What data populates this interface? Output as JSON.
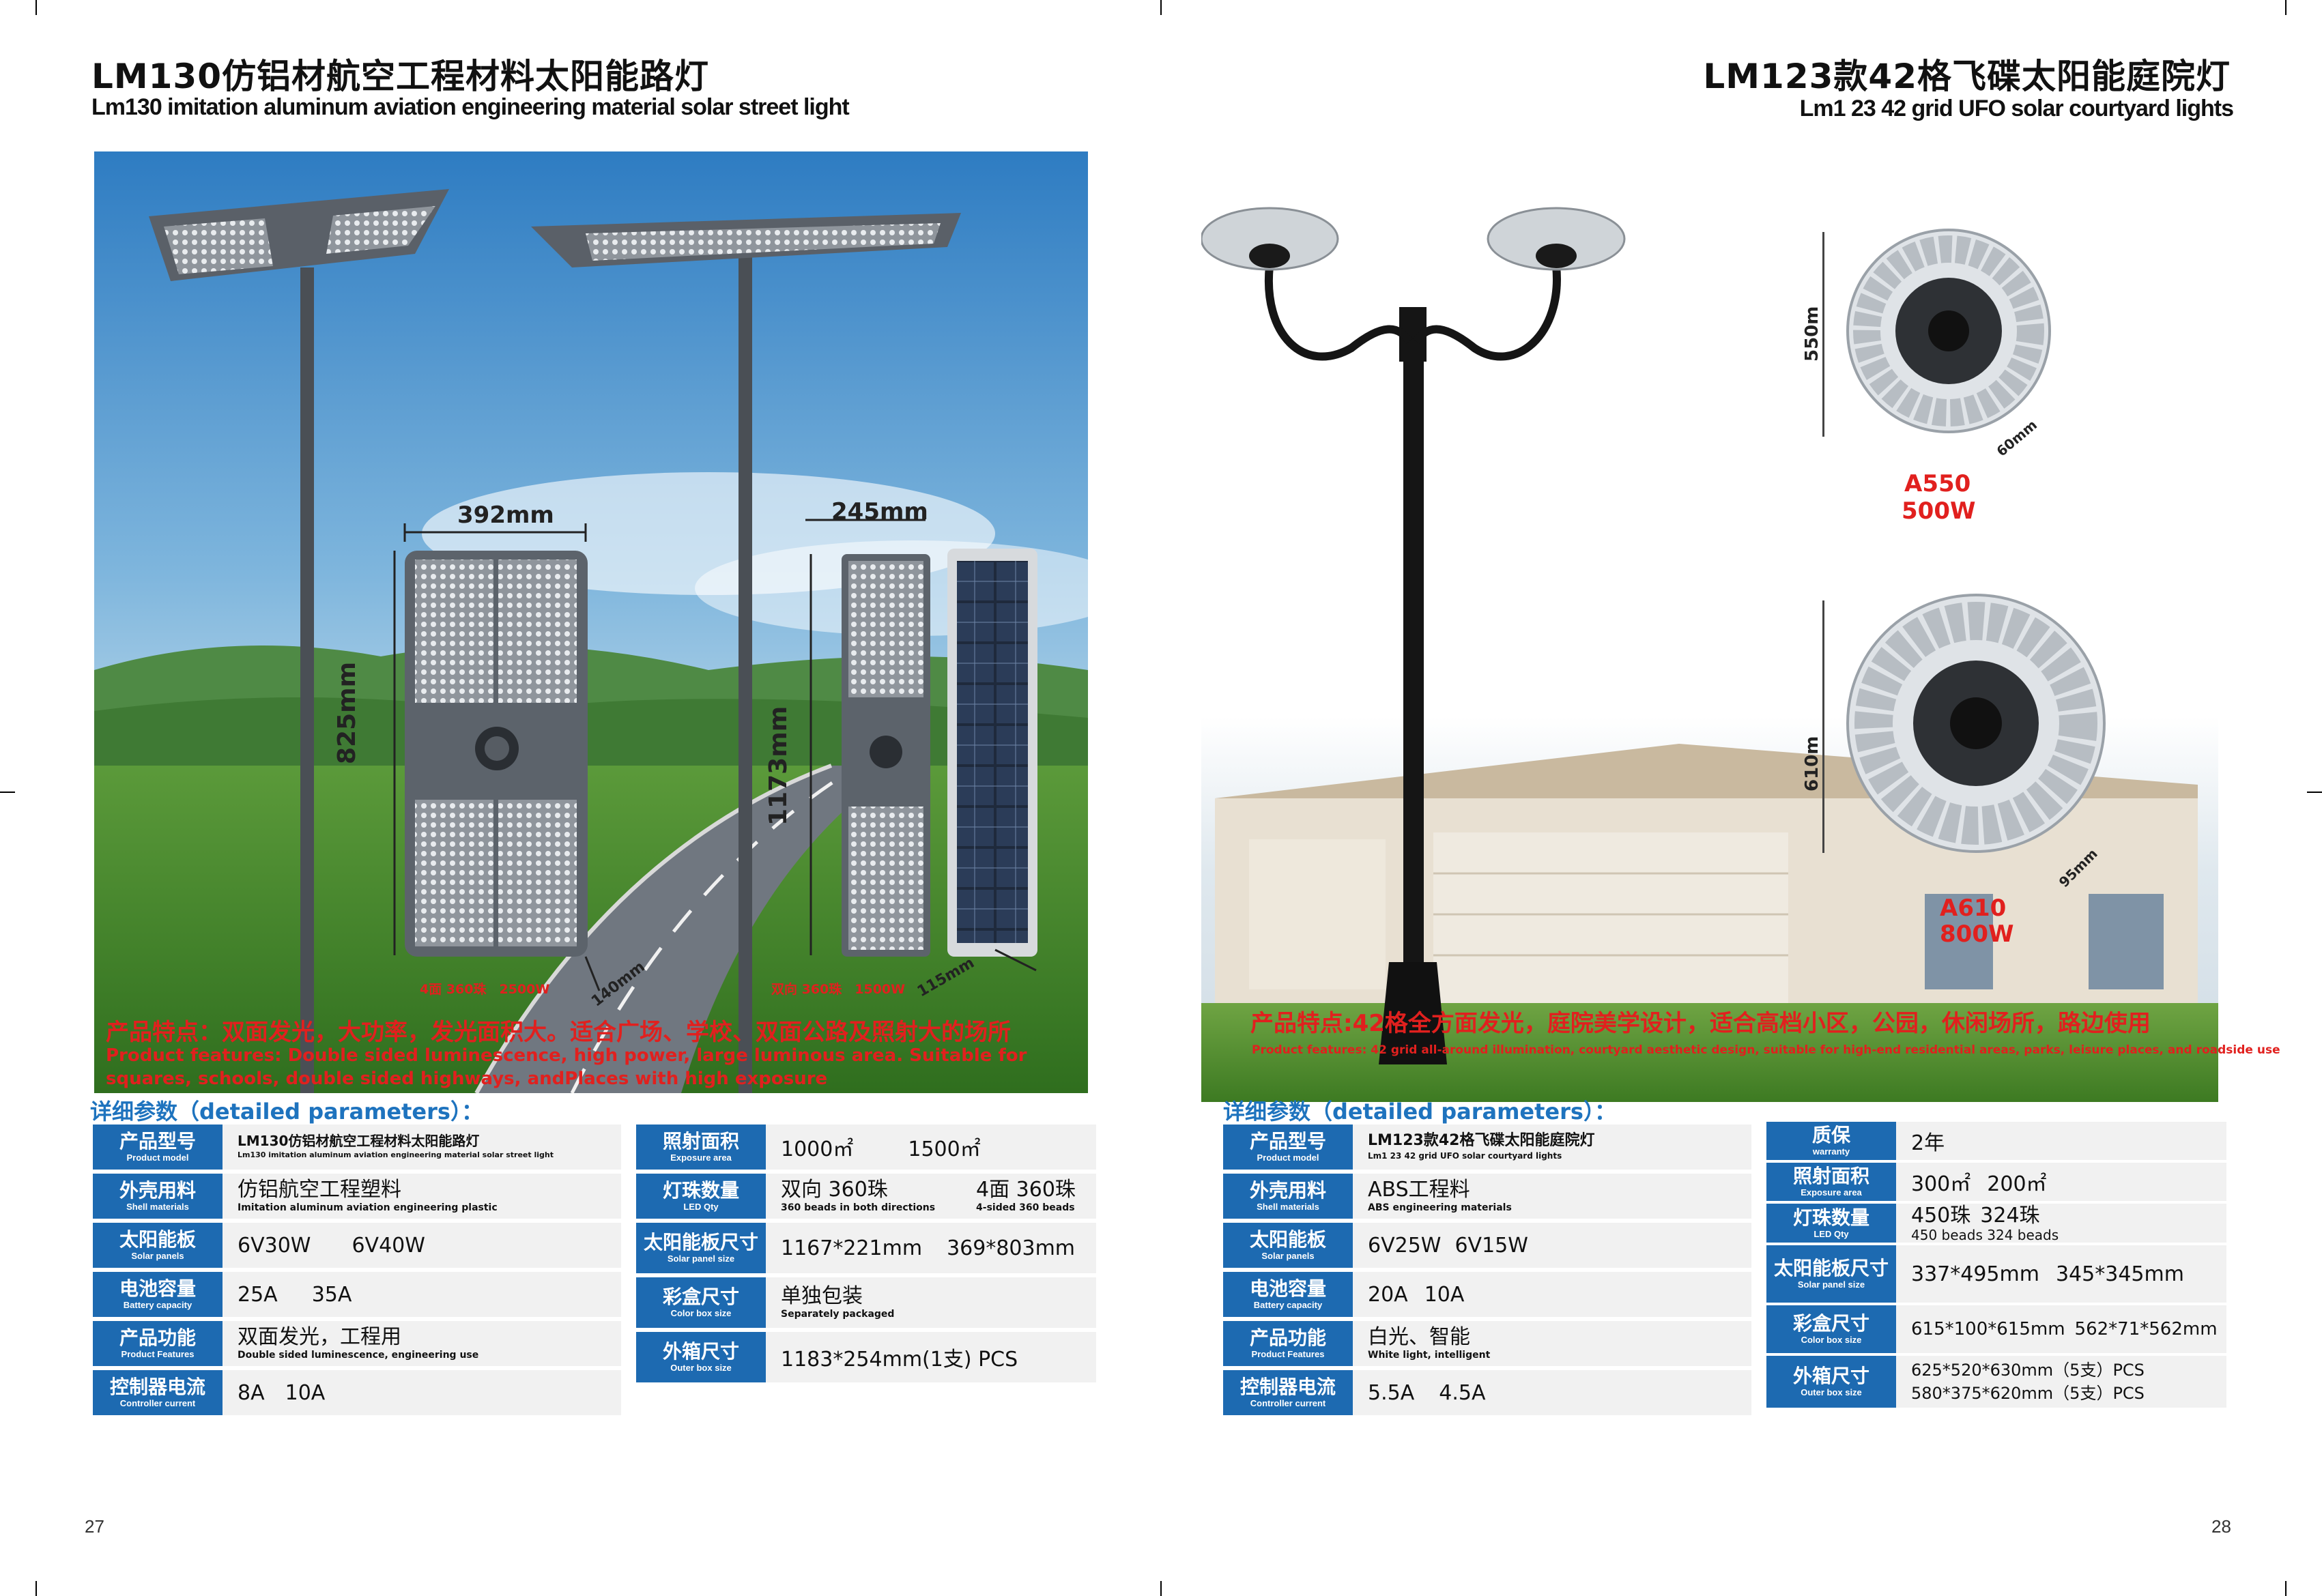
{
  "left": {
    "title_cn": "LM130仿铝材航空工程材料太阳能路灯",
    "title_en": "Lm130 imitation aluminum aviation engineering material solar street light",
    "dims": {
      "width_top": "392mm",
      "height_left": "825mm",
      "depth_left": "140mm",
      "width_top_right": "245mm",
      "height_right": "1173mm",
      "depth_right": "115mm"
    },
    "caption_left": "4面 360珠　2500W",
    "caption_right": "双向 360珠　1500W",
    "features_cn": "产品特点：双面发光，大功率，发光面积大。适合广场、学校、双面公路及照射大的场所",
    "features_en": "Product features: Double sided luminescence, high power, large luminous area. Suitable for squares, schools, double sided highways, andPlaces with high exposure",
    "section": "详细参数（detailed parameters）：",
    "table1": [
      {
        "cn": "产品型号",
        "en": "Product model",
        "v1": "LM130仿铝材航空工程材料太阳能路灯",
        "v2": "",
        "small": "Lm130 imitation aluminum aviation engineering material solar street light"
      },
      {
        "cn": "外壳用料",
        "en": "Shell materials",
        "v1": "仿铝航空工程塑料",
        "v2": "",
        "small": "Imitation aluminum aviation engineering plastic"
      },
      {
        "cn": "太阳能板",
        "en": "Solar panels",
        "v1": "6V30W",
        "v2": "6V40W",
        "small": ""
      },
      {
        "cn": "电池容量",
        "en": "Battery capacity",
        "v1": "25A",
        "v2": "35A",
        "small": ""
      },
      {
        "cn": "产品功能",
        "en": "Product Features",
        "v1": "双面发光，工程用",
        "v2": "",
        "small": "Double sided luminescence, engineering use"
      },
      {
        "cn": "控制器电流",
        "en": "Controller current",
        "v1": "8A",
        "v2": "10A",
        "small": ""
      }
    ],
    "table2": [
      {
        "cn": "照射面积",
        "en": "Exposure area",
        "v1": "1000㎡",
        "v2": "1500㎡",
        "s1": "",
        "s2": ""
      },
      {
        "cn": "灯珠数量",
        "en": "LED Qty",
        "v1": "双向 360珠",
        "v2": "4面 360珠",
        "s1": "360 beads in both directions",
        "s2": "4-sided 360 beads"
      },
      {
        "cn": "太阳能板尺寸",
        "en": "Solar panel size",
        "v1": "1167*221mm",
        "v2": "369*803mm",
        "s1": "",
        "s2": ""
      },
      {
        "cn": "彩盒尺寸",
        "en": "Color box size",
        "v1": "单独包装",
        "v2": "",
        "s1": "Separately packaged",
        "s2": ""
      },
      {
        "cn": "外箱尺寸",
        "en": "Outer box size",
        "v1": "1183*254mm(1支) PCS",
        "v2": "",
        "s1": "",
        "s2": ""
      }
    ],
    "page_number": "27"
  },
  "right": {
    "title_cn": "LM123款42格飞碟太阳能庭院灯",
    "title_en": "Lm1 23 42 grid UFO solar courtyard lights",
    "a550": {
      "model": "A550",
      "power": "500W",
      "height": "550m",
      "depth": "60mm"
    },
    "a610": {
      "model": "A610",
      "power": "800W",
      "height": "610m",
      "depth": "95mm"
    },
    "features_cn": "产品特点:42格全方面发光，庭院美学设计，适合高档小区，公园，休闲场所，路边使用",
    "features_en": "Product features: 42 grid all-around illumination, courtyard aesthetic design, suitable for high-end residential areas, parks, leisure places, and roadside use",
    "section": "详细参数（detailed parameters）：",
    "table1": [
      {
        "cn": "产品型号",
        "en": "Product model",
        "v1": "LM123款42格飞碟太阳能庭院灯",
        "v2": "",
        "small": "Lm1 23 42 grid UFO solar courtyard lights"
      },
      {
        "cn": "外壳用料",
        "en": "Shell materials",
        "v1": "ABS工程料",
        "v2": "",
        "small": "ABS engineering materials"
      },
      {
        "cn": "太阳能板",
        "en": "Solar panels",
        "v1": "6V25W",
        "v2": "6V15W",
        "small": ""
      },
      {
        "cn": "电池容量",
        "en": "Battery capacity",
        "v1": "20A",
        "v2": "10A",
        "small": ""
      },
      {
        "cn": "产品功能",
        "en": "Product Features",
        "v1": "白光、智能",
        "v2": "",
        "small": "White light, intelligent"
      },
      {
        "cn": "控制器电流",
        "en": "Controller current",
        "v1": "5.5A",
        "v2": "4.5A",
        "small": ""
      }
    ],
    "table2": [
      {
        "cn": "质保",
        "en": "warranty",
        "v1": "2年",
        "v2": "",
        "s1": ""
      },
      {
        "cn": "照射面积",
        "en": "Exposure area",
        "v1": "300㎡",
        "v2": "200㎡",
        "s1": ""
      },
      {
        "cn": "灯珠数量",
        "en": "LED Qty",
        "v1": "450珠",
        "v2": "324珠",
        "s1": "450 beads 324 beads"
      },
      {
        "cn": "太阳能板尺寸",
        "en": "Solar panel size",
        "v1": "337*495mm",
        "v2": "345*345mm",
        "s1": ""
      },
      {
        "cn": "彩盒尺寸",
        "en": "Color box size",
        "v1": "615*100*615mm",
        "v2": "562*71*562mm",
        "s1": ""
      },
      {
        "cn": "外箱尺寸",
        "en": "Outer box size",
        "v1": "625*520*630mm（5支）PCS",
        "v2": "580*375*620mm（5支）PCS",
        "s1": ""
      }
    ],
    "page_number": "28"
  }
}
